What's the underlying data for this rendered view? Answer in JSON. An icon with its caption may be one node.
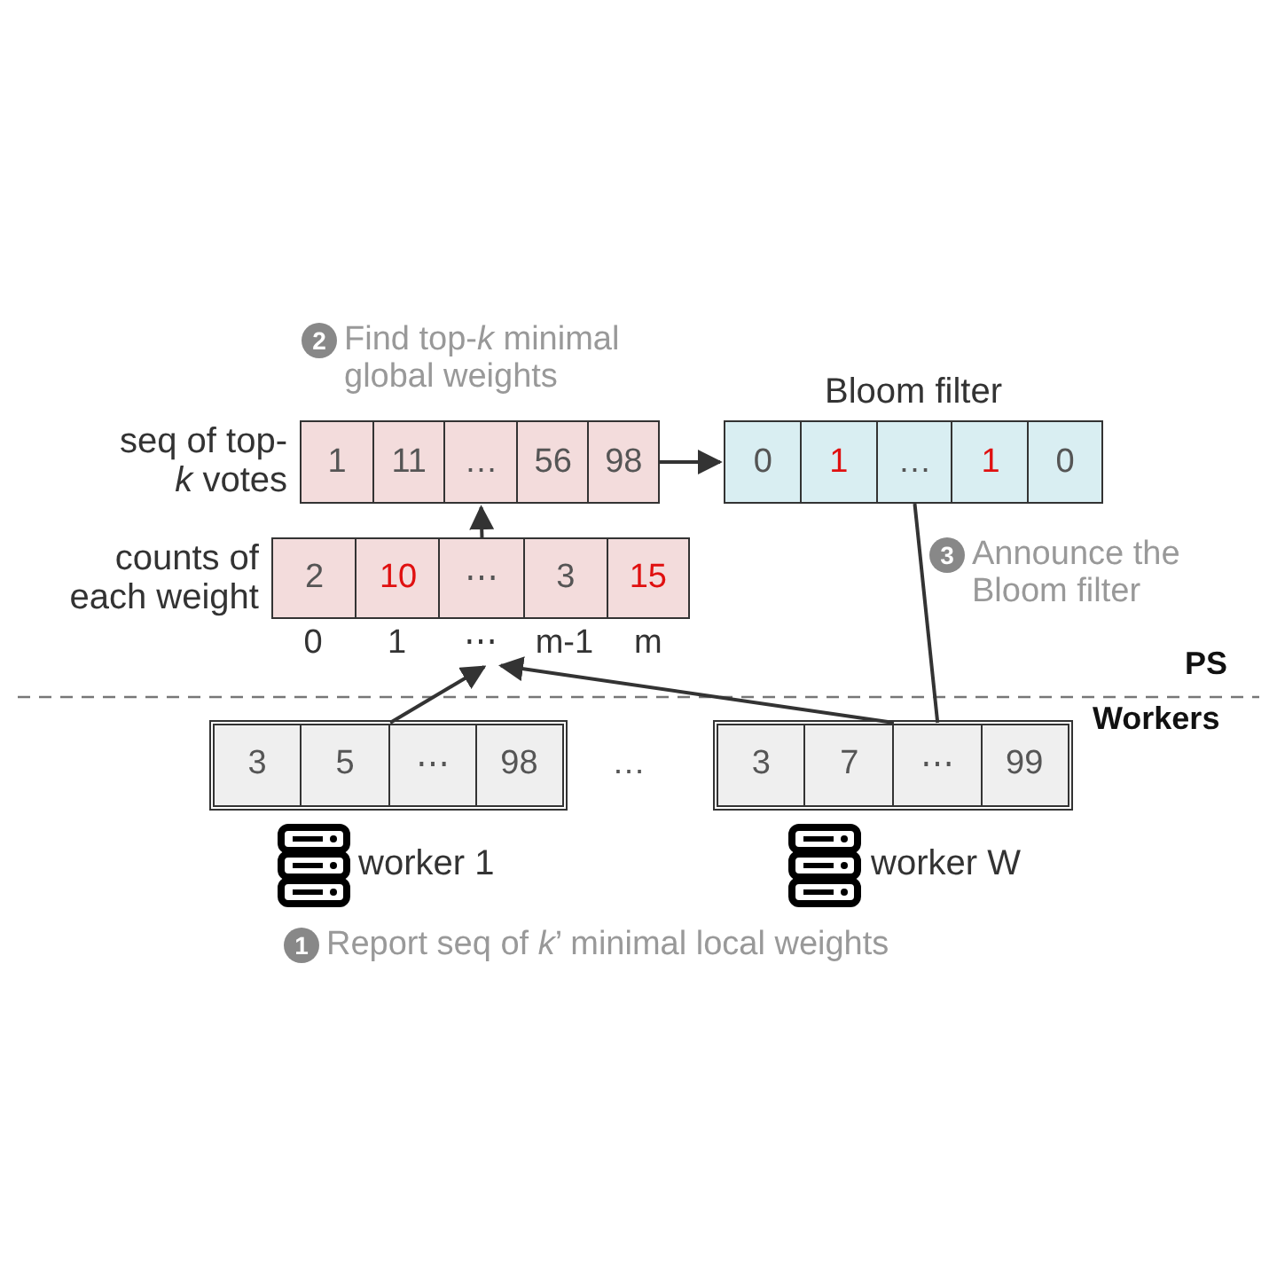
{
  "diagram": {
    "nodes": [
      {
        "text": [
          "seq of top-*k* votes"
        ]
      },
      {
        "text": [
          "1"
        ],
        "in": 0
      },
      {
        "text": [
          "11"
        ],
        "in": 0
      },
      {
        "text": [
          "…"
        ],
        "in": 0
      },
      {
        "text": [
          "56"
        ],
        "in": 0
      },
      {
        "text": [
          "98"
        ],
        "in": 0
      },
      {
        "text": [
          "Bloom filter"
        ]
      },
      {
        "text": [
          "0"
        ],
        "in": 6
      },
      {
        "text": [
          "1"
        ],
        "in": 6
      },
      {
        "text": [
          "…"
        ],
        "in": 6
      },
      {
        "text": [
          "1"
        ],
        "in": 6
      },
      {
        "text": [
          "0"
        ],
        "in": 6
      },
      {
        "text": [
          "counts of each weight"
        ]
      },
      {
        "text": [
          "2"
        ],
        "in": 12
      },
      {
        "text": [
          "10"
        ],
        "in": 12
      },
      {
        "text": [
          "⋯"
        ],
        "in": 12
      },
      {
        "text": [
          "3"
        ],
        "in": 12
      },
      {
        "text": [
          "15"
        ],
        "in": 12
      },
      {
        "text": [],
        "shape": "box",
        "beside": [
          "worker 1"
        ]
      },
      {
        "text": [
          "3"
        ],
        "in": 18
      },
      {
        "text": [
          "5"
        ],
        "in": 18
      },
      {
        "text": [
          "⋯"
        ],
        "in": 18
      },
      {
        "text": [
          "98"
        ],
        "in": 18
      },
      {
        "text": [],
        "shape": "box",
        "beside": [
          "worker W"
        ]
      },
      {
        "text": [
          "3"
        ],
        "in": 23
      },
      {
        "text": [
          "7"
        ],
        "in": 23
      },
      {
        "text": [
          "⋯"
        ],
        "in": 23
      },
      {
        "text": [
          "99"
        ],
        "in": 23
      }
    ],
    "edges": [
      {
        "from": 0,
        "to": 6,
        "arrow": "to"
      },
      {
        "from": 15,
        "to": 3,
        "arrow": "to"
      },
      {
        "from": 20,
        "to": 12,
        "arrow": "to"
      },
      {
        "from": 26,
        "to": 12,
        "arrow": "to"
      },
      {
        "from": 9,
        "to": 26,
        "arrow": "none"
      }
    ],
    "labels": [
      "2",
      "Find top-*k* minimal global weights",
      "3",
      "Announce the Bloom filter",
      "0",
      "1",
      "⋯",
      "m-1",
      "m",
      "PS",
      "Workers",
      "…",
      "1",
      "Report seq of *k*’ minimal local weights"
    ]
  }
}
